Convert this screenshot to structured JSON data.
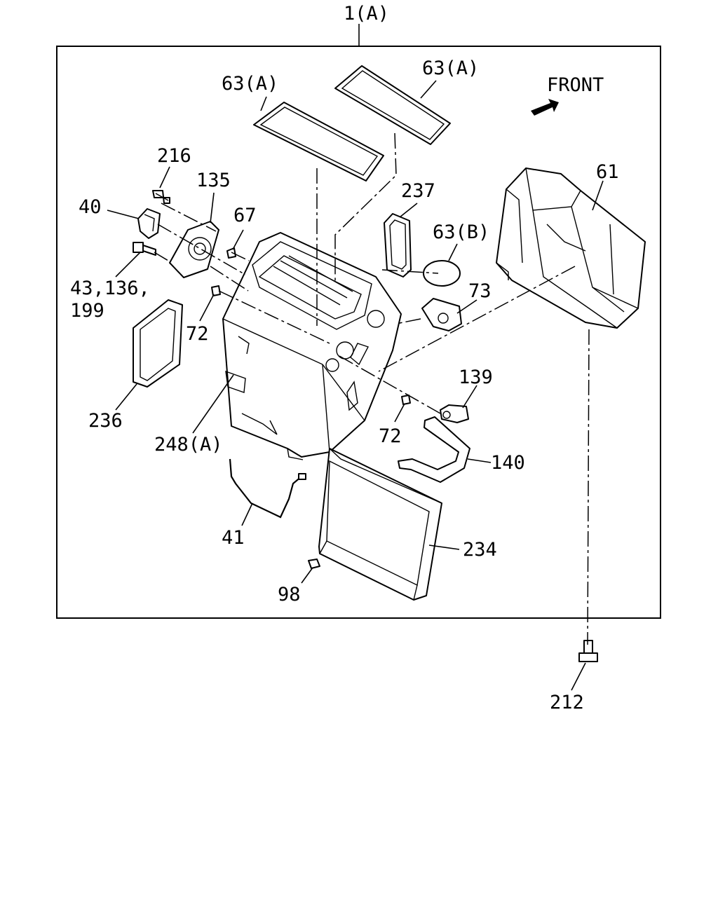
{
  "assembly_label": "1(A)",
  "front_label": "FRONT",
  "callouts": {
    "p63a_left": "63(A)",
    "p63a_right": "63(A)",
    "p216": "216",
    "p135": "135",
    "p40": "40",
    "p67": "67",
    "p237": "237",
    "p63b": "63(B)",
    "p61": "61",
    "p43": "43,136,",
    "p199": "199",
    "p73": "73",
    "p72_left": "72",
    "p72_right": "72",
    "p139": "139",
    "p236": "236",
    "p248a": "248(A)",
    "p140": "140",
    "p41": "41",
    "p234": "234",
    "p98": "98",
    "p212": "212"
  }
}
